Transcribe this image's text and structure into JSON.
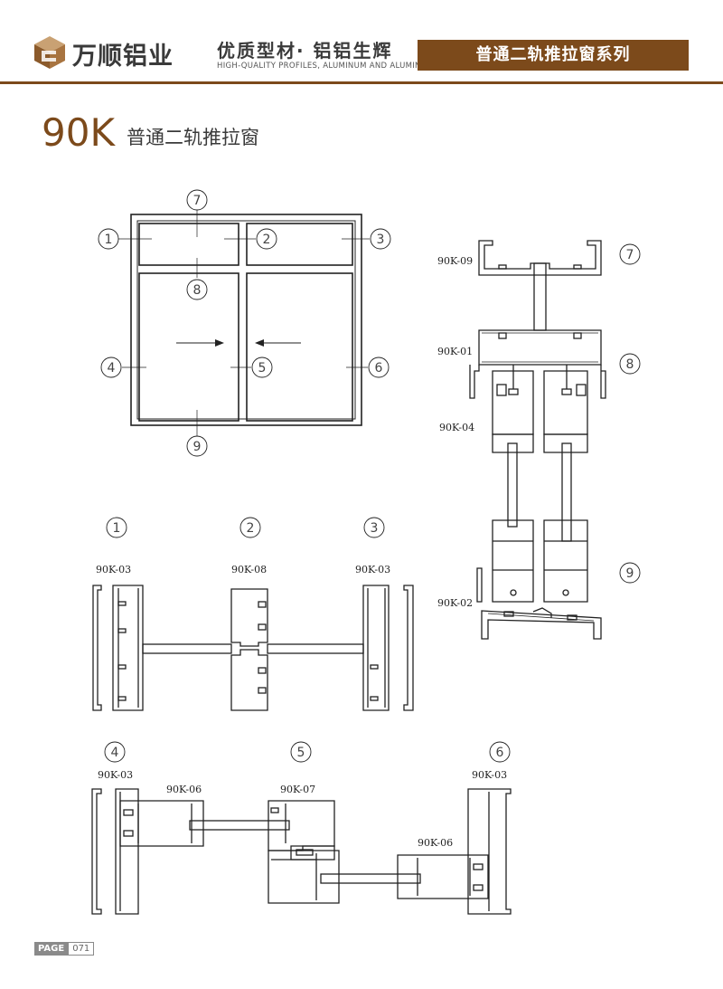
{
  "header": {
    "brand_name": "万顺铝业",
    "slogan": "优质型材· 铝铝生辉",
    "slogan_en": "HIGH-QUALITY PROFILES, ALUMINUM AND ALUMINUM",
    "series_title": "普通二轨推拉窗系列",
    "accent_color": "#7c4a1b"
  },
  "title": {
    "code": "90K",
    "name": "普通二轨推拉窗"
  },
  "markers": [
    "1",
    "2",
    "3",
    "4",
    "5",
    "6",
    "7",
    "8",
    "9"
  ],
  "profile_labels": {
    "p09": "90K-09",
    "p01": "90K-01",
    "p04": "90K-04",
    "p02": "90K-02",
    "s1_03": "90K-03",
    "s2_08": "90K-08",
    "s3_03": "90K-03",
    "s4_03": "90K-03",
    "s4_06": "90K-06",
    "s5_07": "90K-07",
    "s6_03": "90K-03",
    "s6_06": "90K-06"
  },
  "footer": {
    "page_word": "PAGE",
    "page_number": "071"
  }
}
